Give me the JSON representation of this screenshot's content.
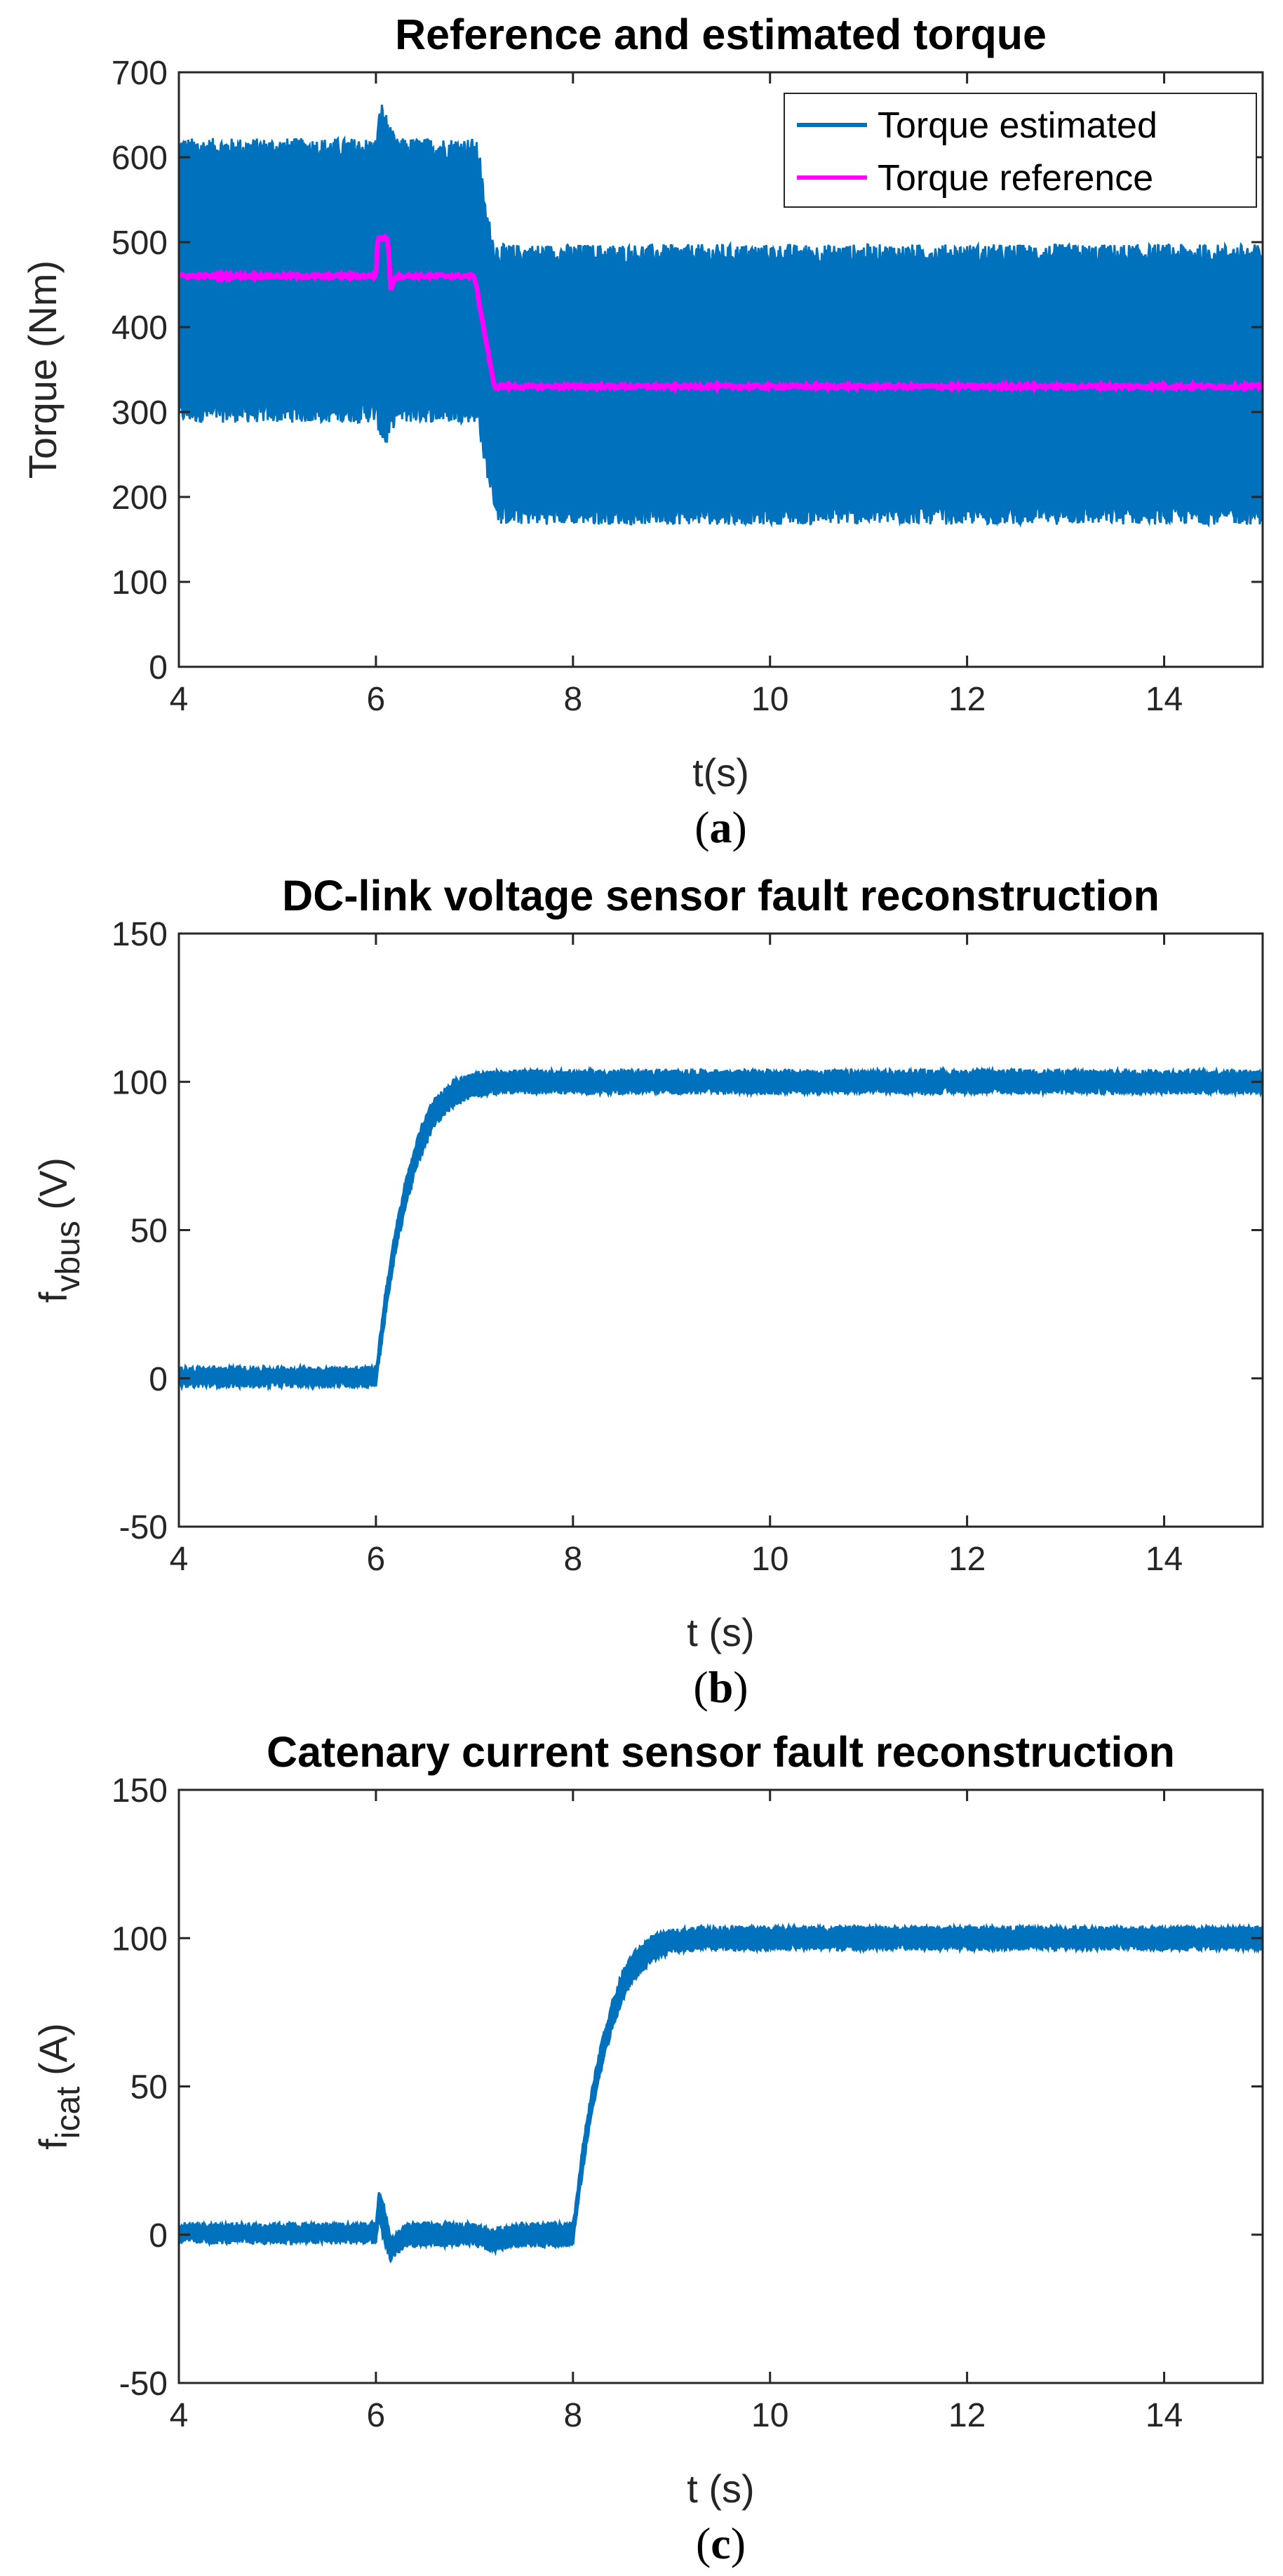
{
  "colors": {
    "estimated": "#0072BD",
    "reference": "#FF00FF",
    "axis": "#262626"
  },
  "chart_data": [
    {
      "type": "line",
      "title": "Reference and estimated torque",
      "xlabel": "t(s)",
      "ylabel": "Torque (Nm)",
      "xlim": [
        4,
        15
      ],
      "ylim": [
        0,
        700
      ],
      "xticks": [
        4,
        6,
        8,
        10,
        12,
        14
      ],
      "yticks": [
        0,
        100,
        200,
        300,
        400,
        500,
        600,
        700
      ],
      "legend": "top-right",
      "caption": "a",
      "series": [
        {
          "name": "Torque estimated",
          "kind": "band",
          "x": [
            4,
            6,
            6.05,
            6.1,
            6.2,
            7.0,
            7.05,
            7.1,
            7.2,
            7.25,
            15
          ],
          "lower": [
            300,
            300,
            280,
            270,
            300,
            300,
            290,
            250,
            200,
            180,
            180
          ],
          "upper": [
            610,
            610,
            655,
            640,
            610,
            610,
            600,
            540,
            490,
            485,
            485
          ]
        },
        {
          "name": "Torque reference",
          "kind": "line",
          "x": [
            4,
            6.0,
            6.02,
            6.12,
            6.15,
            6.2,
            7.0,
            7.2,
            15
          ],
          "y": [
            460,
            460,
            505,
            505,
            445,
            460,
            460,
            330,
            330
          ]
        }
      ]
    },
    {
      "type": "line",
      "title": "DC-link voltage sensor fault reconstruction",
      "xlabel": "t (s)",
      "ylabel": {
        "base": "f",
        "sub": "vbus",
        "unit": " (V)"
      },
      "xlim": [
        4,
        15
      ],
      "ylim": [
        -50,
        150
      ],
      "xticks": [
        4,
        6,
        8,
        10,
        12,
        14
      ],
      "yticks": [
        -50,
        0,
        50,
        100,
        150
      ],
      "caption": "b",
      "series": [
        {
          "kind": "band",
          "x": [
            4,
            6.0,
            6.1,
            6.2,
            6.3,
            6.4,
            6.5,
            6.6,
            6.8,
            7.0,
            7.3,
            15
          ],
          "lower": [
            -2,
            -2,
            22,
            43,
            58,
            70,
            79,
            86,
            93,
            96,
            97,
            97
          ],
          "upper": [
            3,
            3,
            30,
            50,
            66,
            78,
            88,
            94,
            100,
            102,
            103,
            103
          ]
        }
      ]
    },
    {
      "type": "line",
      "title": "Catenary current sensor fault reconstruction",
      "xlabel": "t (s)",
      "ylabel": {
        "base": "f",
        "sub": "icat",
        "unit": " (A)"
      },
      "xlim": [
        4,
        15
      ],
      "ylim": [
        -50,
        150
      ],
      "xticks": [
        4,
        6,
        8,
        10,
        12,
        14
      ],
      "yticks": [
        -50,
        0,
        50,
        100,
        150
      ],
      "caption": "c",
      "series": [
        {
          "kind": "band",
          "x": [
            4,
            6.0,
            6.03,
            6.08,
            6.15,
            6.3,
            7.0,
            7.2,
            7.4,
            8.0,
            8.1,
            8.2,
            8.3,
            8.4,
            8.5,
            8.6,
            8.8,
            9.0,
            9.3,
            15
          ],
          "lower": [
            -2,
            -2,
            5,
            -2,
            -8,
            -3,
            -3,
            -5,
            -3,
            -3,
            22,
            43,
            58,
            70,
            79,
            86,
            93,
            96,
            97,
            97
          ],
          "upper": [
            3,
            3,
            14,
            10,
            -2,
            3,
            3,
            1,
            3,
            3,
            30,
            50,
            66,
            78,
            88,
            94,
            100,
            102,
            103,
            103
          ]
        }
      ]
    }
  ]
}
